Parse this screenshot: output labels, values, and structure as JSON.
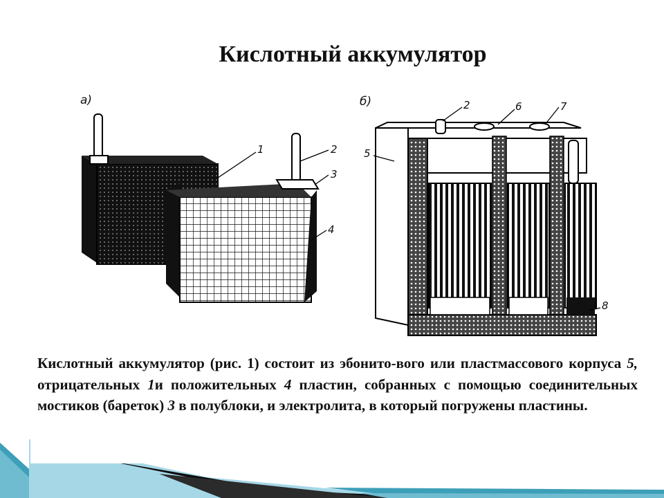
{
  "slide": {
    "title": "Кислотный аккумулятор"
  },
  "figure": {
    "label_a": "а)",
    "label_b": "б)",
    "callouts": [
      "1",
      "2",
      "3",
      "4",
      "5",
      "2",
      "6",
      "7",
      "8"
    ]
  },
  "description": {
    "t1": "Кислотный аккумулятор (рис. 1) состоит из эбонито-вого или пластмассового корпуса ",
    "n1": "5,",
    "t2": " отрицательных ",
    "n2": "1",
    "t3": "и положительных ",
    "n3": "4",
    "t4": " пластин, собранных с помощью соединительных мостиков (бареток) ",
    "n4": "3",
    "t5": " в полублоки, и электролита, в который погружены пластины."
  },
  "colors": {
    "accent_teal": "#3d9fb8",
    "accent_light": "#a6d7e6",
    "dark_band": "#0d0d0d"
  }
}
